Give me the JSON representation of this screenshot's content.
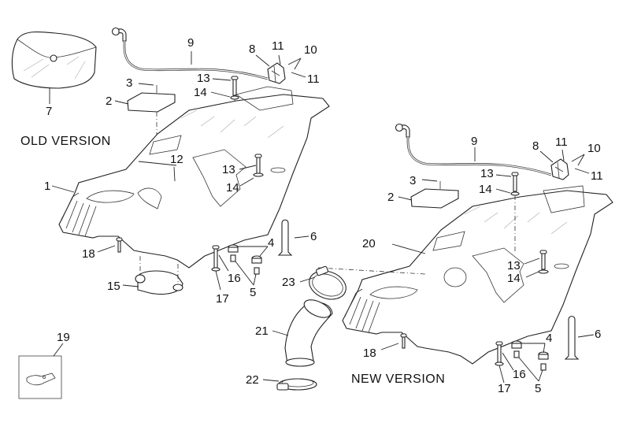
{
  "diagram": {
    "type": "exploded-parts-diagram",
    "groups": {
      "old_version": {
        "title": "OLD  VERSION"
      },
      "new_version": {
        "title": "NEW VERSION"
      }
    },
    "labels": {
      "old": {
        "p7": "7",
        "p9": "9",
        "p8": "8",
        "p11a": "11",
        "p10": "10",
        "p11b": "11",
        "p3": "3",
        "p13a": "13",
        "p2": "2",
        "p14a": "14",
        "p12": "12",
        "p1": "1",
        "p13b": "13",
        "p14b": "14",
        "p6": "6",
        "p4": "4",
        "p18": "18",
        "p16": "16",
        "p5": "5",
        "p15": "15",
        "p17": "17"
      },
      "new": {
        "p9": "9",
        "p8": "8",
        "p11a": "11",
        "p10": "10",
        "p11b": "11",
        "p13a": "13",
        "p3": "3",
        "p14a": "14",
        "p2": "2",
        "p20": "20",
        "p13b": "13",
        "p14b": "14",
        "p23": "23",
        "p21": "21",
        "p18": "18",
        "p22": "22",
        "p6": "6",
        "p4": "4",
        "p16": "16",
        "p5": "5",
        "p17": "17"
      },
      "misc": {
        "p19": "19"
      }
    }
  }
}
